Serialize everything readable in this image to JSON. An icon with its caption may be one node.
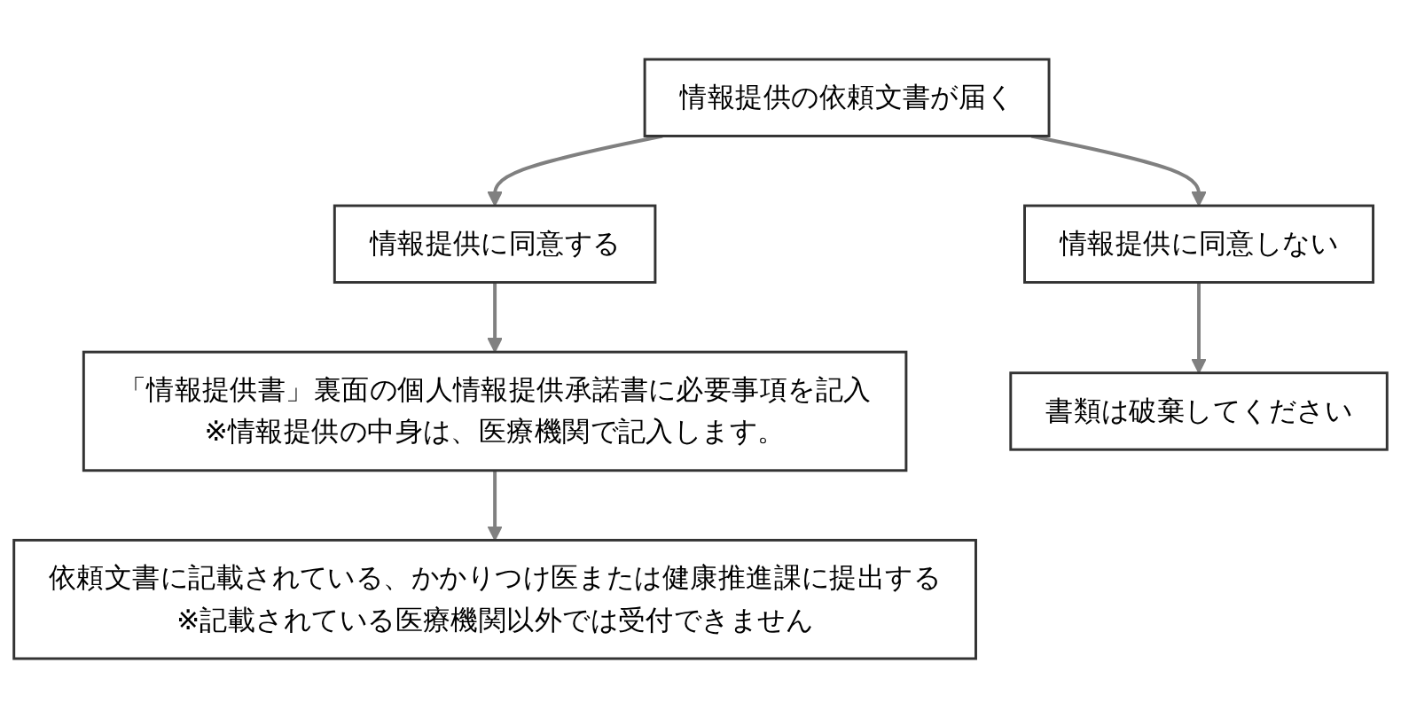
{
  "diagram": {
    "nodes": [
      {
        "text": [
          "情報提供の依頼文書が届く"
        ]
      },
      {
        "text": [
          "情報提供に同意する"
        ]
      },
      {
        "text": [
          "情報提供に同意しない"
        ]
      },
      {
        "text": [
          "「情報提供書」裏面の個人情報提供承諾書に必要事項を記入",
          "※情報提供の中身は、医療機関で記入します。"
        ]
      },
      {
        "text": [
          "書類は破棄してください"
        ]
      },
      {
        "text": [
          "依頼文書に記載されている、かかりつけ医または健康推進課に提出する",
          "※記載されている医療機関以外では受付できません"
        ]
      }
    ],
    "edges": [
      {
        "from": 0,
        "to": 1,
        "arrow": "to"
      },
      {
        "from": 0,
        "to": 2,
        "arrow": "to"
      },
      {
        "from": 1,
        "to": 3,
        "arrow": "to"
      },
      {
        "from": 2,
        "to": 4,
        "arrow": "to"
      },
      {
        "from": 3,
        "to": 5,
        "arrow": "to"
      }
    ]
  }
}
